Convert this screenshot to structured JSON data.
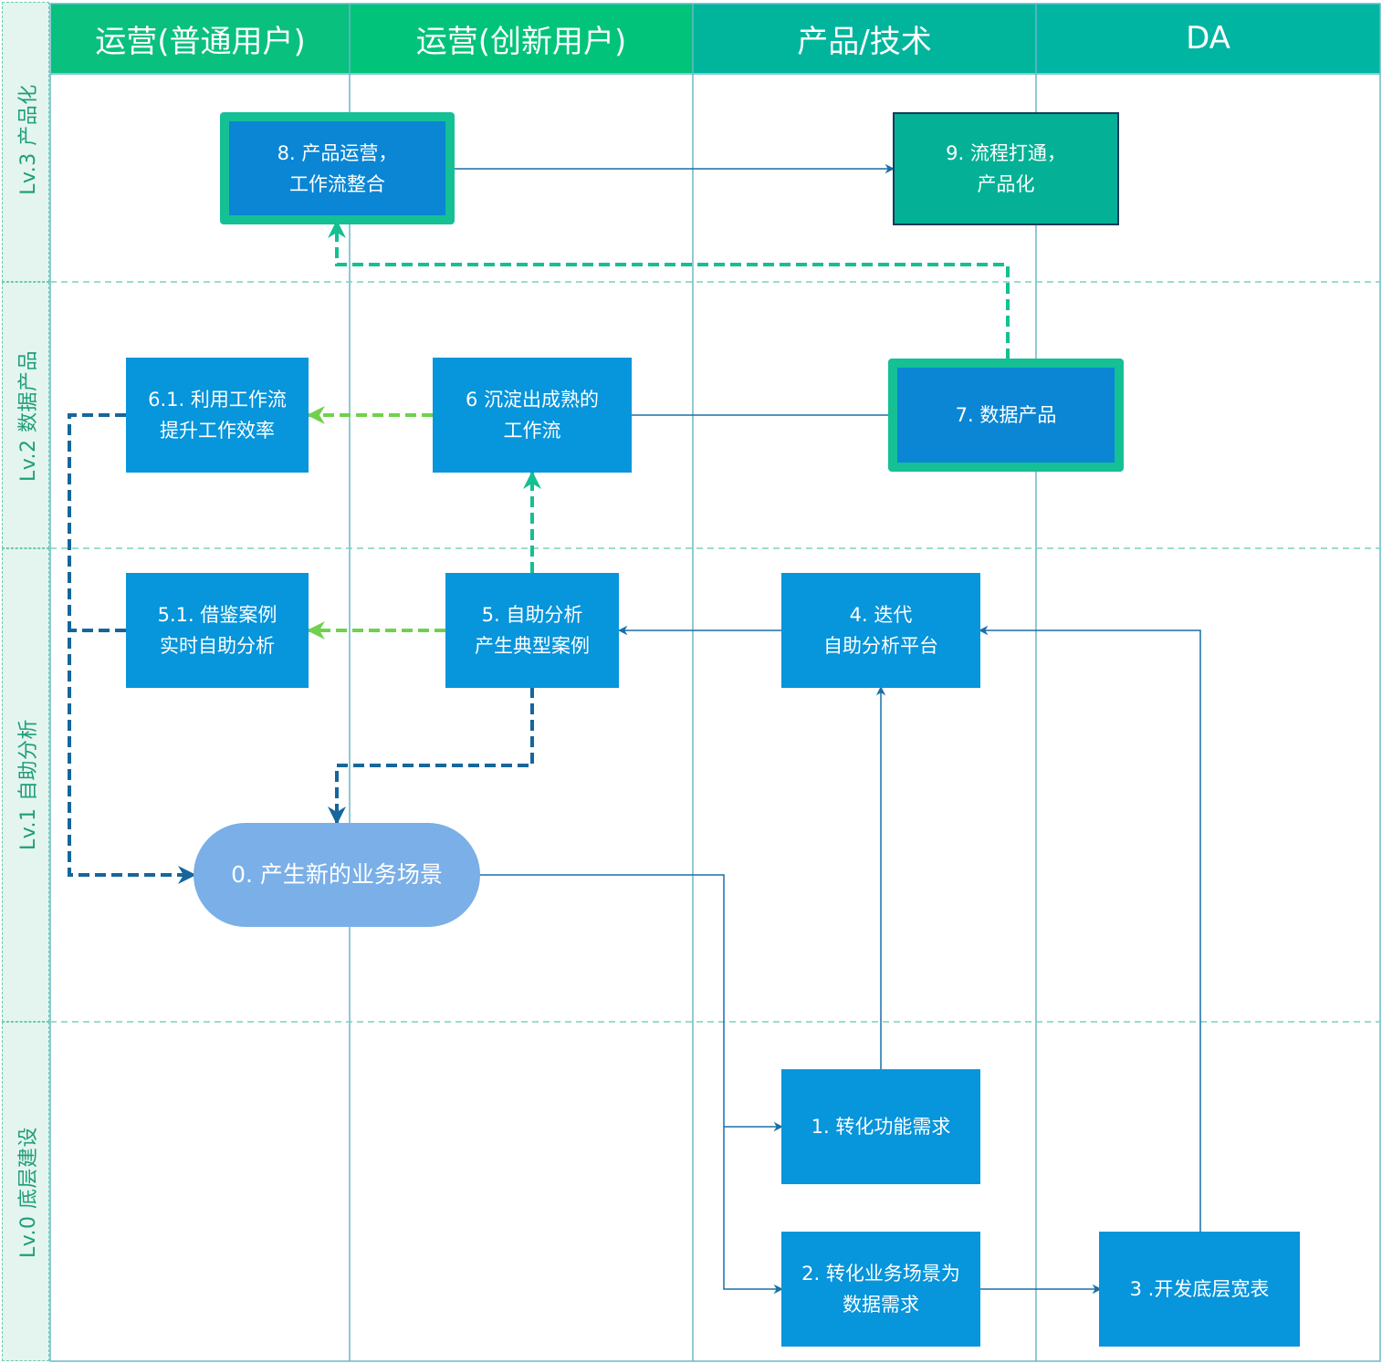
{
  "columns": [
    {
      "label": "运营(普通用户)",
      "color": "#09c07f"
    },
    {
      "label": "运营(创新用户)",
      "color": "#02c37a"
    },
    {
      "label": "产品/技术",
      "color": "#00b59c"
    },
    {
      "label": "DA",
      "color": "#00b5a2"
    }
  ],
  "lanes": [
    {
      "label": "Lv.3 产品化"
    },
    {
      "label": "Lv.2 数据产品"
    },
    {
      "label": "Lv.1 自助分析"
    },
    {
      "label": "Lv.0 底层建设"
    }
  ],
  "nodes": {
    "n8": {
      "text": "8. 产品运营，\n工作流整合"
    },
    "n9": {
      "text": "9. 流程打通，\n产品化"
    },
    "n61": {
      "text": "6.1. 利用工作流\n提升工作效率"
    },
    "n6": {
      "text": "6 沉淀出成熟的\n工作流"
    },
    "n7": {
      "text": "7. 数据产品"
    },
    "n51": {
      "text": "5.1. 借鉴案例\n实时自助分析"
    },
    "n5": {
      "text": "5. 自助分析\n产生典型案例"
    },
    "n4": {
      "text": "4. 迭代\n自助分析平台"
    },
    "n0": {
      "text": "0. 产生新的业务场景"
    },
    "n1": {
      "text": "1. 转化功能需求"
    },
    "n2": {
      "text": "2. 转化业务场景为\n数据需求"
    },
    "n3": {
      "text": "3 .开发底层宽表"
    }
  },
  "colors": {
    "box": "#0795db",
    "frame": "#14c094",
    "teal_box": "#04b196",
    "pill": "#7aafe7",
    "arrow_solid": "#1a6fa8",
    "arrow_dash_teal": "#15bf92",
    "arrow_dash_green": "#6fd14e",
    "arrow_dash_navy": "#16669b",
    "grid": "#6bb7c9",
    "lane_dash": "#78d2bc"
  }
}
